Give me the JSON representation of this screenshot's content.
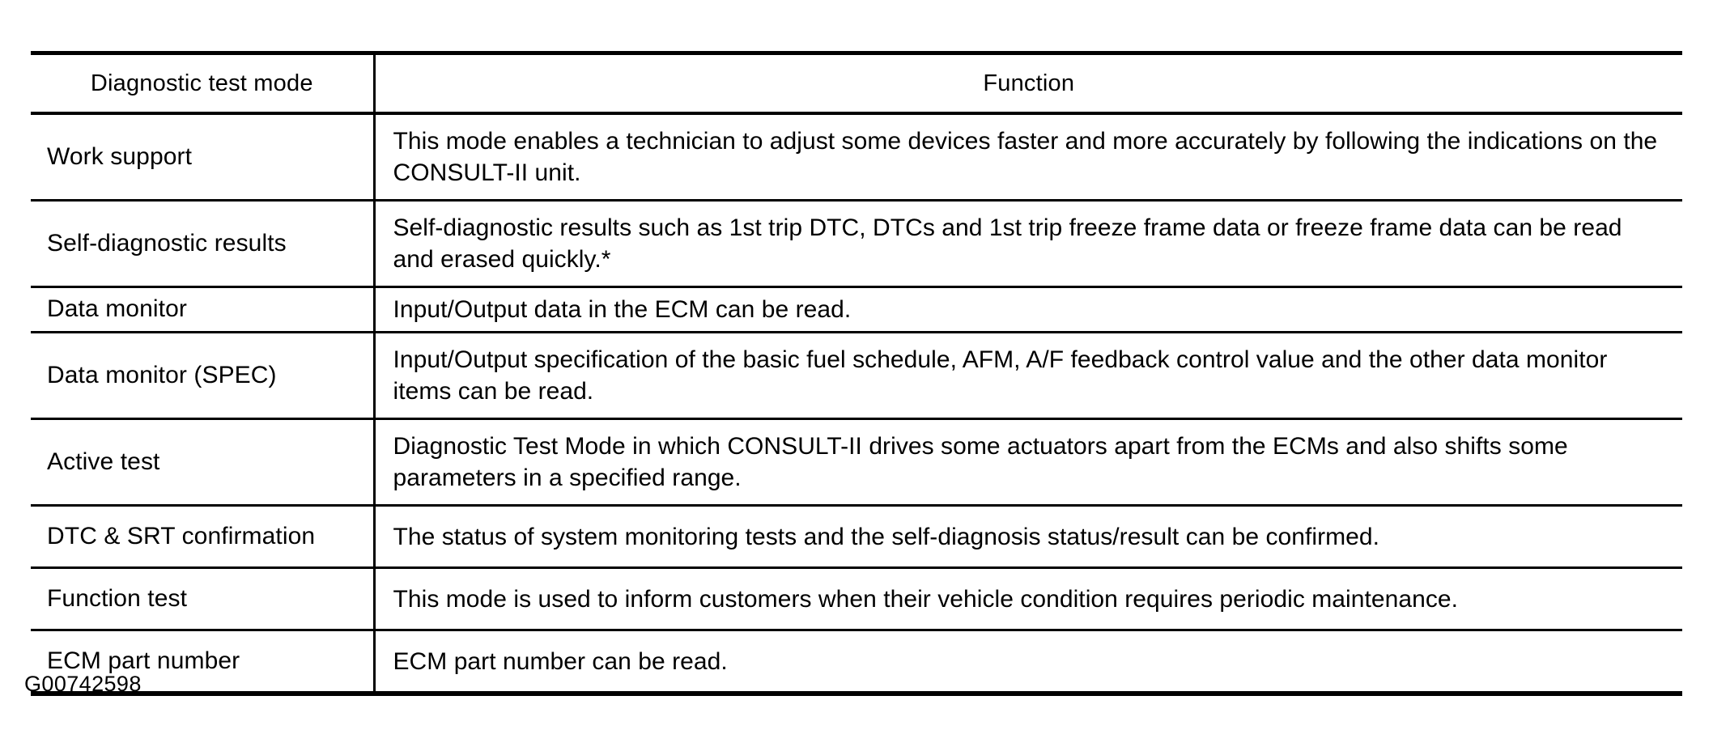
{
  "document": {
    "figure_id": "G00742598"
  },
  "table": {
    "columns": [
      {
        "key": "mode",
        "header": "Diagnostic test mode"
      },
      {
        "key": "function",
        "header": "Function"
      }
    ],
    "rows": [
      {
        "mode": "Work support",
        "function": "This mode enables a technician to adjust some devices faster and more accurately by following the indications on the CONSULT-II unit."
      },
      {
        "mode": "Self-diagnostic results",
        "function": "Self-diagnostic results such as 1st trip DTC, DTCs and 1st trip freeze frame data or freeze frame data can be read and erased quickly.*"
      },
      {
        "mode": "Data monitor",
        "function": "Input/Output data in the ECM can be read."
      },
      {
        "mode": "Data monitor (SPEC)",
        "function": "Input/Output specification of the basic fuel schedule, AFM, A/F feedback control value and the other data monitor items can be read."
      },
      {
        "mode": "Active test",
        "function": "Diagnostic Test Mode in which CONSULT-II drives some actuators apart from the ECMs and also shifts some parameters in a specified range."
      },
      {
        "mode": "DTC & SRT confirmation",
        "function": "The status of system monitoring tests and the self-diagnosis status/result can be confirmed."
      },
      {
        "mode": "Function test",
        "function": "This mode is used to inform customers when their vehicle condition requires periodic maintenance."
      },
      {
        "mode": "ECM part number",
        "function": "ECM part number can be read."
      }
    ]
  },
  "colors": {
    "ink": "#000000",
    "page": "#ffffff"
  }
}
